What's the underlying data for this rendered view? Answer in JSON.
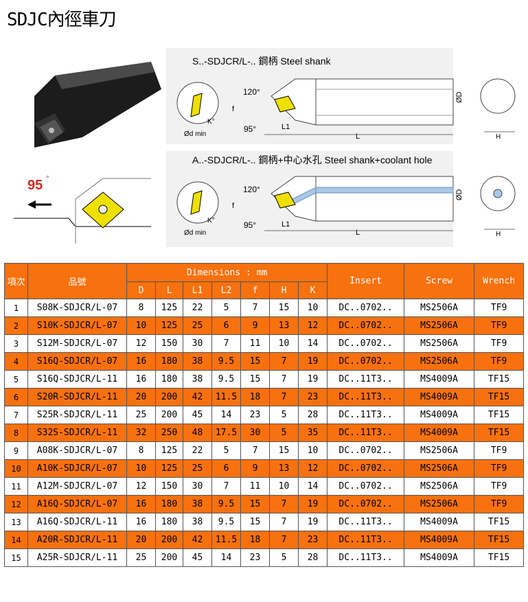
{
  "title": "SDJC內徑車刀",
  "figure": {
    "angle_main": "95",
    "angle_deg": "°",
    "drawing1": {
      "caption": "S..-SDJCR/L-..  鋼柄 Steel shank",
      "labels": {
        "a120": "120°",
        "a95": "95°",
        "f": "f",
        "L1": "L1",
        "L": "L",
        "D": "ØD",
        "H": "H",
        "K": "K°",
        "d": "Ød min"
      }
    },
    "drawing2": {
      "caption": "A..-SDJCR/L-..  鋼柄+中心水孔 Steel shank+coolant hole",
      "labels": {
        "a120": "120°",
        "a95": "95°",
        "f": "f",
        "L1": "L1",
        "L": "L",
        "D": "ØD",
        "H": "H",
        "K": "K°",
        "d": "Ød min"
      }
    }
  },
  "table": {
    "headers": {
      "no": "項次",
      "name": "品號",
      "dimensions": "Dimensions : mm",
      "dims": [
        "D",
        "L",
        "L1",
        "L2",
        "f",
        "H",
        "K"
      ],
      "insert": "Insert",
      "screw": "Screw",
      "wrench": "Wrench"
    },
    "rows": [
      [
        "1",
        "S08K-SDJCR/L-07",
        "8",
        "125",
        "22",
        "5",
        "7",
        "15",
        "10",
        "DC..0702..",
        "MS2506A",
        "TF9"
      ],
      [
        "2",
        "S10K-SDJCR/L-07",
        "10",
        "125",
        "25",
        "6",
        "9",
        "13",
        "12",
        "DC..0702..",
        "MS2506A",
        "TF9"
      ],
      [
        "3",
        "S12M-SDJCR/L-07",
        "12",
        "150",
        "30",
        "7",
        "11",
        "10",
        "14",
        "DC..0702..",
        "MS2506A",
        "TF9"
      ],
      [
        "4",
        "S16Q-SDJCR/L-07",
        "16",
        "180",
        "38",
        "9.5",
        "15",
        "7",
        "19",
        "DC..0702..",
        "MS2506A",
        "TF9"
      ],
      [
        "5",
        "S16Q-SDJCR/L-11",
        "16",
        "180",
        "38",
        "9.5",
        "15",
        "7",
        "19",
        "DC..11T3..",
        "MS4009A",
        "TF15"
      ],
      [
        "6",
        "S20R-SDJCR/L-11",
        "20",
        "200",
        "42",
        "11.5",
        "18",
        "7",
        "23",
        "DC..11T3..",
        "MS4009A",
        "TF15"
      ],
      [
        "7",
        "S25R-SDJCR/L-11",
        "25",
        "200",
        "45",
        "14",
        "23",
        "5",
        "28",
        "DC..11T3..",
        "MS4009A",
        "TF15"
      ],
      [
        "8",
        "S32S-SDJCR/L-11",
        "32",
        "250",
        "48",
        "17.5",
        "30",
        "5",
        "35",
        "DC..11T3..",
        "MS4009A",
        "TF15"
      ],
      [
        "9",
        "A08K-SDJCR/L-07",
        "8",
        "125",
        "22",
        "5",
        "7",
        "15",
        "10",
        "DC..0702..",
        "MS2506A",
        "TF9"
      ],
      [
        "10",
        "A10K-SDJCR/L-07",
        "10",
        "125",
        "25",
        "6",
        "9",
        "13",
        "12",
        "DC..0702..",
        "MS2506A",
        "TF9"
      ],
      [
        "11",
        "A12M-SDJCR/L-07",
        "12",
        "150",
        "30",
        "7",
        "11",
        "10",
        "14",
        "DC..0702..",
        "MS2506A",
        "TF9"
      ],
      [
        "12",
        "A16Q-SDJCR/L-07",
        "16",
        "180",
        "38",
        "9.5",
        "15",
        "7",
        "19",
        "DC..0702..",
        "MS2506A",
        "TF9"
      ],
      [
        "13",
        "A16Q-SDJCR/L-11",
        "16",
        "180",
        "38",
        "9.5",
        "15",
        "7",
        "19",
        "DC..11T3..",
        "MS4009A",
        "TF15"
      ],
      [
        "14",
        "A20R-SDJCR/L-11",
        "20",
        "200",
        "42",
        "11.5",
        "18",
        "7",
        "23",
        "DC..11T3..",
        "MS4009A",
        "TF15"
      ],
      [
        "15",
        "A25R-SDJCR/L-11",
        "25",
        "200",
        "45",
        "14",
        "23",
        "5",
        "28",
        "DC..11T3..",
        "MS4009A",
        "TF15"
      ]
    ]
  },
  "colors": {
    "orange": "#f7710f",
    "insert_yellow": "#f0e000"
  }
}
